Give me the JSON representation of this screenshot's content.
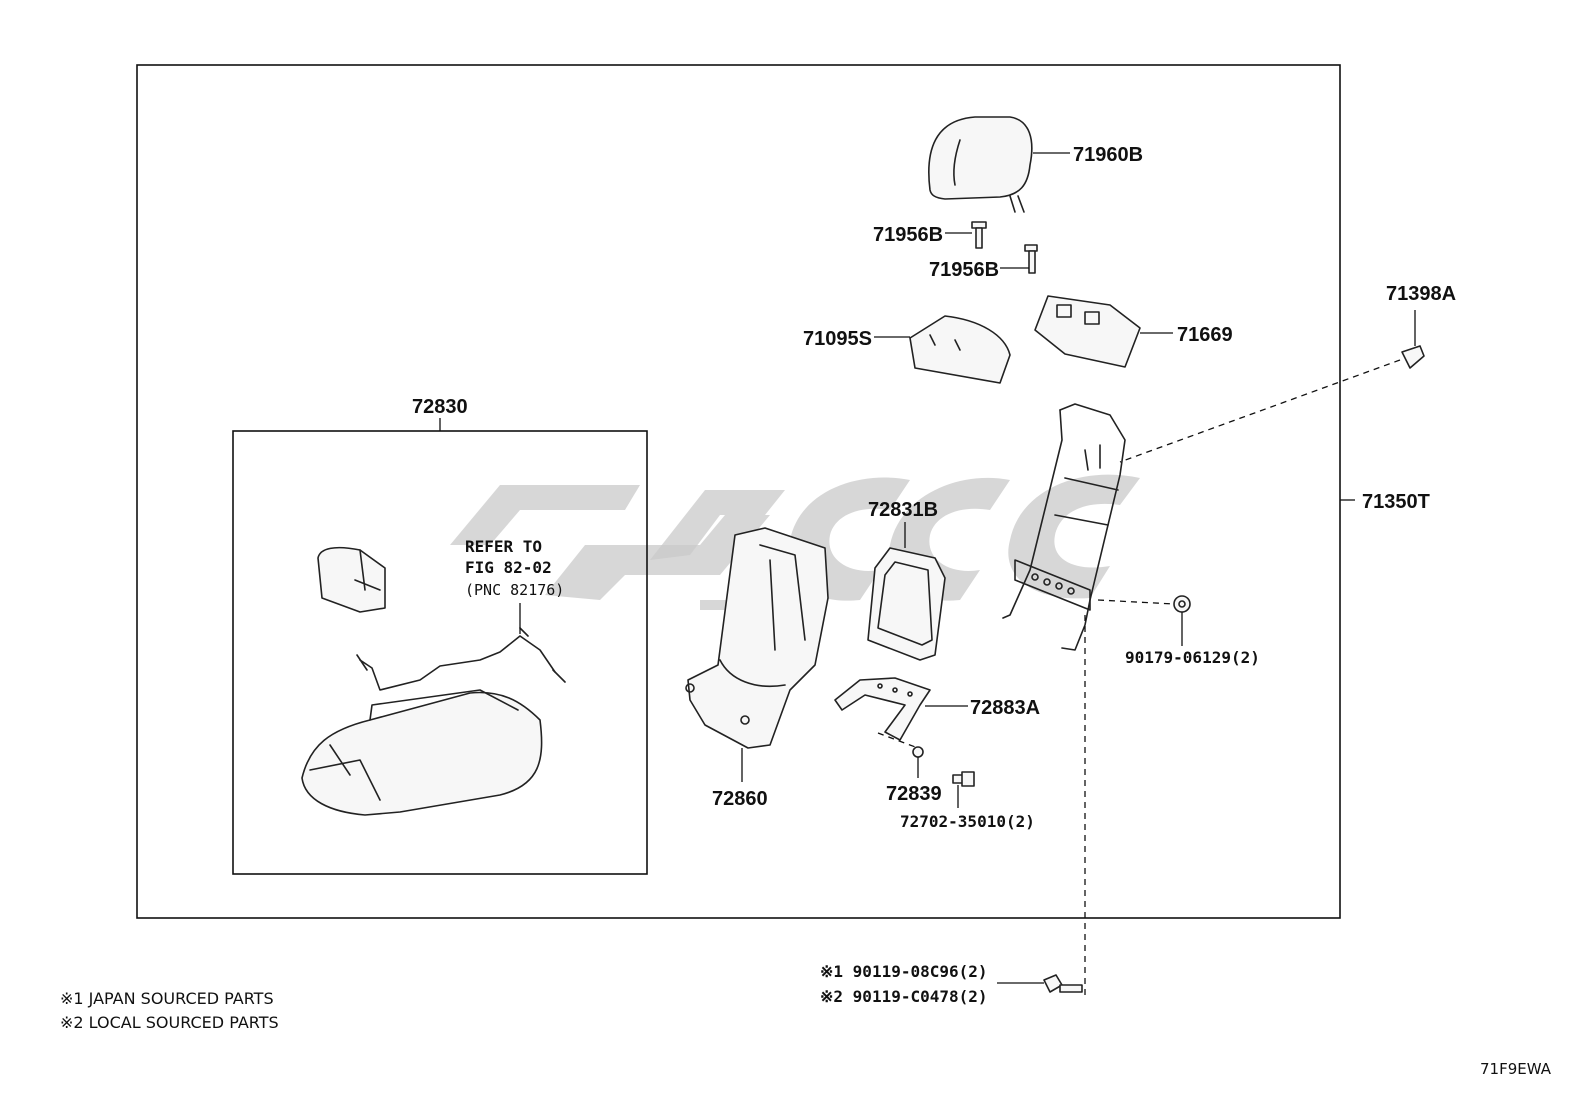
{
  "labels": {
    "p71960B": "71960B",
    "p71956B_a": "71956B",
    "p71956B_b": "71956B",
    "p71095S": "71095S",
    "p71669": "71669",
    "p71398A": "71398A",
    "p71350T": "71350T",
    "p72830": "72830",
    "p72831B": "72831B",
    "p72860": "72860",
    "p72883A": "72883A",
    "p72839": "72839",
    "p72702": "72702-35010(2)",
    "p90179": "90179-06129(2)",
    "p90119_1": "※1 90119-08C96(2)",
    "p90119_2": "※2 90119-C0478(2)"
  },
  "refer": {
    "line1": "REFER TO",
    "line2": "FIG 82-02",
    "line3": "(PNC 82176)"
  },
  "notes": {
    "note1": "※1 JAPAN SOURCED PARTS",
    "note2": "※2 LOCAL SOURCED PARTS"
  },
  "figure_code": "71F9EWA",
  "colors": {
    "line": "#111111",
    "watermark": "#c9c9c9",
    "background": "#ffffff"
  }
}
